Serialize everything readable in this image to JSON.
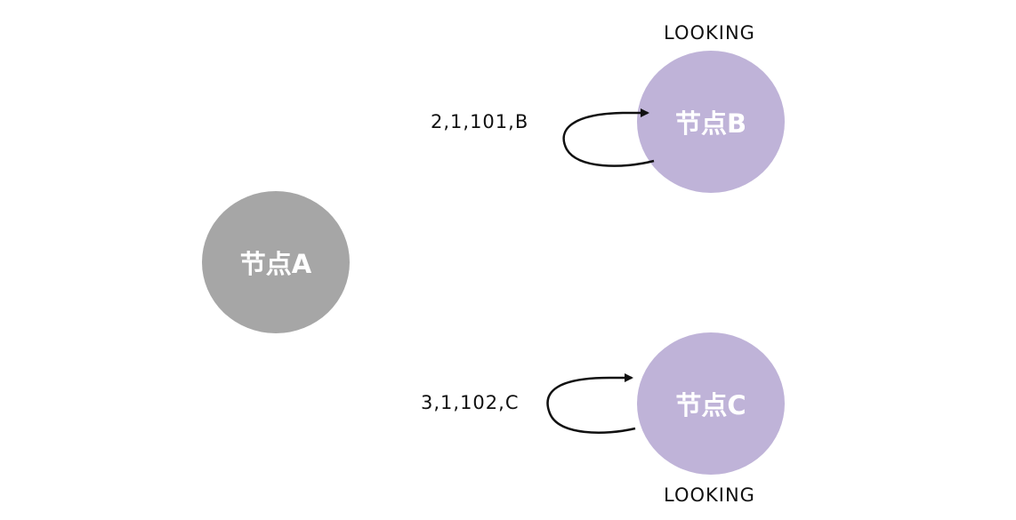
{
  "nodes": {
    "a": {
      "label": "节点A",
      "color": "#a6a6a6"
    },
    "b": {
      "label": "节点B",
      "color": "#bfb3d8",
      "state": "LOOKING",
      "vote": "2,1,101,B"
    },
    "c": {
      "label": "节点C",
      "color": "#bfb3d8",
      "state": "LOOKING",
      "vote": "3,1,102,C"
    }
  },
  "edges": [
    {
      "from": "b",
      "to": "b",
      "label": "2,1,101,B",
      "type": "self-loop"
    },
    {
      "from": "c",
      "to": "c",
      "label": "3,1,102,C",
      "type": "self-loop"
    }
  ]
}
